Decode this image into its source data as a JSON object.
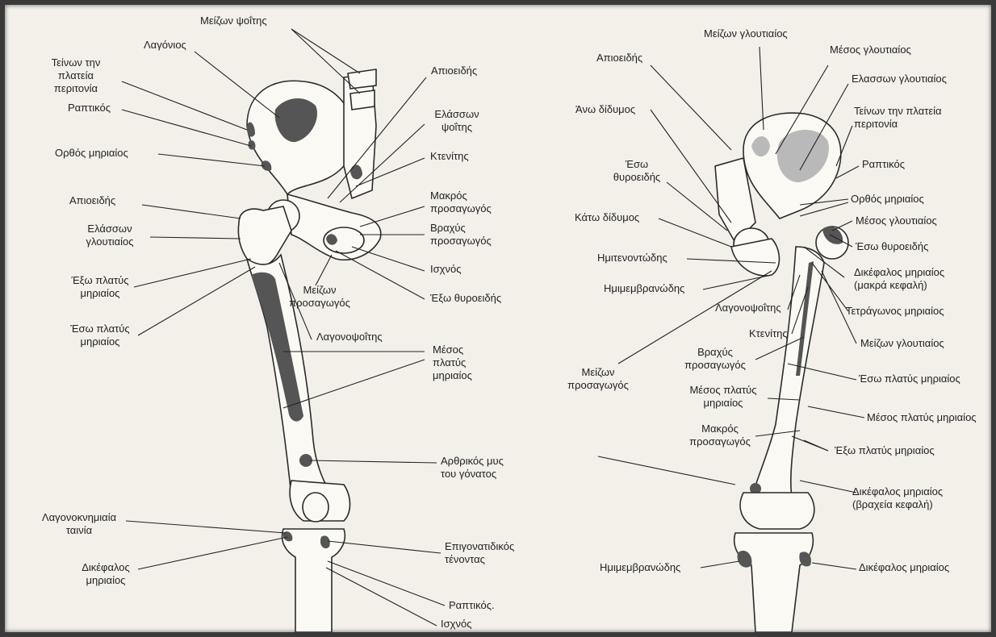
{
  "left_labels": [
    {
      "id": "l1",
      "text": "Μείζων ψοΐτης"
    },
    {
      "id": "l2",
      "text": "Λαγόνιος"
    },
    {
      "id": "l3",
      "text": "Τείνων την\nπλατεία\nπεριτονία"
    },
    {
      "id": "l4",
      "text": "Ραπτικός"
    },
    {
      "id": "l5",
      "text": "Ορθός μηριαίος"
    },
    {
      "id": "l6",
      "text": "Απιοειδής"
    },
    {
      "id": "l7",
      "text": "Ελάσσων\nγλουτιαίος"
    },
    {
      "id": "l8",
      "text": "Έξω πλατύς\nμηριαίος"
    },
    {
      "id": "l9",
      "text": "Έσω πλατύς\nμηριαίος"
    },
    {
      "id": "l10",
      "text": "Λαγονοκνημιαία\nταινία"
    },
    {
      "id": "l11",
      "text": "Δικέφαλος\nμηριαίος"
    },
    {
      "id": "l12",
      "text": "Απιοειδής"
    },
    {
      "id": "l13",
      "text": "Ελάσσων\nψοΐτης"
    },
    {
      "id": "l14",
      "text": "Κτενίτης"
    },
    {
      "id": "l15",
      "text": "Μακρός\nπροσαγωγός"
    },
    {
      "id": "l16",
      "text": "Βραχύς\nπροσαγωγός"
    },
    {
      "id": "l17",
      "text": "Ισχνός"
    },
    {
      "id": "l18",
      "text": "Έξω θυροειδής"
    },
    {
      "id": "l19",
      "text": "Μείζων\nπροσαγωγός"
    },
    {
      "id": "l20",
      "text": "Λαγονοψοΐτης"
    },
    {
      "id": "l21",
      "text": "Μέσος\nπλατύς\nμηριαίος"
    },
    {
      "id": "l22",
      "text": "Αρθρικός μυς\nτου γόνατος"
    },
    {
      "id": "l23",
      "text": "Επιγονατιδικός\nτένοντας"
    },
    {
      "id": "l24",
      "text": "Ραπτικός."
    },
    {
      "id": "l25",
      "text": "Ισχνός"
    }
  ],
  "right_labels": [
    {
      "id": "r1",
      "text": "Μείζων γλουτιαίος"
    },
    {
      "id": "r2",
      "text": "Μέσος γλουτιαίος"
    },
    {
      "id": "r3",
      "text": "Απιοειδής"
    },
    {
      "id": "r4",
      "text": "Ελασσων γλουτιαίος"
    },
    {
      "id": "r5",
      "text": "Άνω δίδυμος"
    },
    {
      "id": "r6",
      "text": "Τείνων την πλατεία\nπεριτονία"
    },
    {
      "id": "r7",
      "text": "Ραπτικός"
    },
    {
      "id": "r8",
      "text": "Έσω\nθυροειδής"
    },
    {
      "id": "r9",
      "text": "Ορθός μηριαίος"
    },
    {
      "id": "r10",
      "text": "Κάτω δίδυμος"
    },
    {
      "id": "r11",
      "text": "Μέσος γλουτιαίος"
    },
    {
      "id": "r12",
      "text": "Έσω θυροειδής"
    },
    {
      "id": "r13",
      "text": "Ημιτενοντώδης"
    },
    {
      "id": "r14",
      "text": "Δικέφαλος μηριαίος\n(μακρά κεφαλή)"
    },
    {
      "id": "r15",
      "text": "Ημιμεμβρανώδης"
    },
    {
      "id": "r16",
      "text": "Λαγονοψοΐτης"
    },
    {
      "id": "r17",
      "text": "Τετράγωνος μηριαίος"
    },
    {
      "id": "r18",
      "text": "Κτενίτης"
    },
    {
      "id": "r19",
      "text": "Μείζων γλουτιαίος"
    },
    {
      "id": "r20",
      "text": "Βραχύς\nπροσαγωγός"
    },
    {
      "id": "r21",
      "text": "Μείζων\nπροσαγωγός"
    },
    {
      "id": "r22",
      "text": "Έσω πλατύς μηριαίος"
    },
    {
      "id": "r23",
      "text": "Μέσος πλατύς\nμηριαίος"
    },
    {
      "id": "r24",
      "text": "Μέσος πλατύς μηριαίος"
    },
    {
      "id": "r25",
      "text": "Μακρός\nπροσαγωγός"
    },
    {
      "id": "r26",
      "text": "Έξω πλατύς μηριαίος"
    },
    {
      "id": "r27",
      "text": "Δικέφαλος μηριαίος\n(βραχεία κεφαλή)"
    },
    {
      "id": "r28",
      "text": "Ημιμεμβρανώδης"
    },
    {
      "id": "r29",
      "text": "Δικέφαλος μηριαίος"
    }
  ]
}
